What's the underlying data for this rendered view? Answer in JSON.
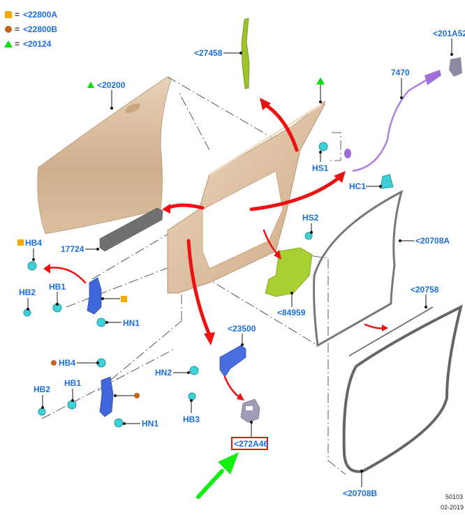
{
  "legend": [
    {
      "symbol": "square",
      "color": "#f5a800",
      "equals": "=",
      "code": "<22800A"
    },
    {
      "symbol": "circle",
      "color": "#c8641a",
      "equals": "=",
      "code": "<22800B"
    },
    {
      "symbol": "triangle",
      "color": "#00e000",
      "equals": "=",
      "code": "<20124"
    }
  ],
  "labels": {
    "p27458": "<27458",
    "p201A52": "<201A52",
    "p7470": "7470",
    "p20200": "<20200",
    "hs1": "HS1",
    "hc1": "HC1",
    "hs2": "HS2",
    "hb4_upper": "HB4",
    "p17724": "17724",
    "hb1_upper": "HB1",
    "hb2_upper": "HB2",
    "hn1_upper": "HN1",
    "p20708A": "<20708A",
    "p84959": "<84959",
    "p20758": "<20758",
    "p23500": "<23500",
    "hb4_lower": "HB4",
    "hn2": "HN2",
    "hb1_lower": "HB1",
    "hb2_lower": "HB2",
    "hb3": "HB3",
    "hn1_lower": "HN1",
    "p272A46": "<272A46",
    "p20708B": "<20708B"
  },
  "highlight": {
    "part": "<272A46",
    "box_color": "#ee1111",
    "pointer_color": "#11ee11"
  },
  "colors": {
    "label": "#1a6fe0",
    "door_skin": "#dcc0a0",
    "fastener": "#3fd0d8",
    "hinge": "#3f66dd",
    "cable": "#b080e0",
    "foam": "#a8d030",
    "weatherstrip": "#777777",
    "arrow": "#ee1111"
  },
  "reference": {
    "id": "50103",
    "date": "02-2019"
  }
}
